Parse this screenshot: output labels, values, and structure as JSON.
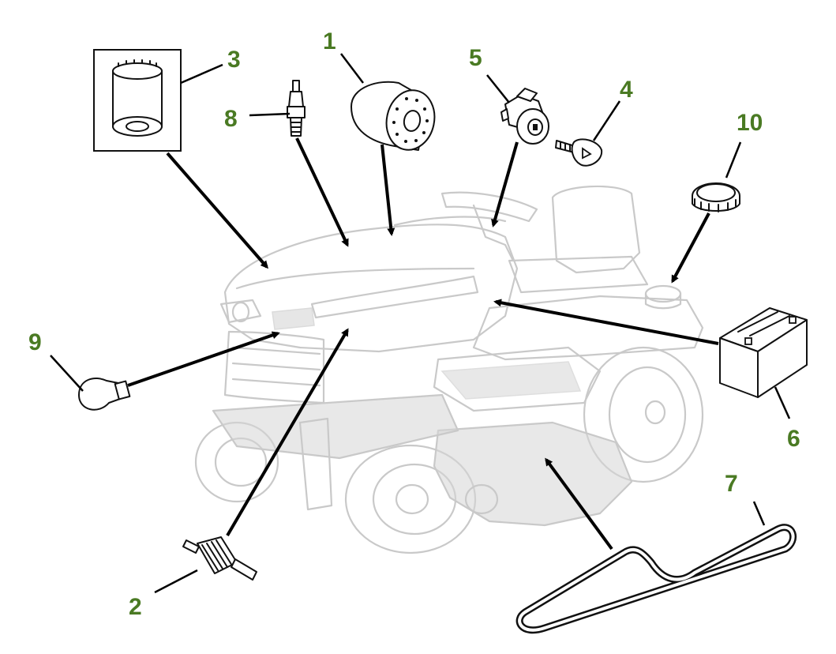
{
  "colors": {
    "callout": "#4a7a23",
    "tractor_ghost": "#c9c9c9",
    "part_outline": "#111111",
    "arrow": "#000000"
  },
  "callouts": [
    {
      "id": "1",
      "label": "1"
    },
    {
      "id": "2",
      "label": "2"
    },
    {
      "id": "3",
      "label": "3"
    },
    {
      "id": "4",
      "label": "4"
    },
    {
      "id": "5",
      "label": "5"
    },
    {
      "id": "6",
      "label": "6"
    },
    {
      "id": "7",
      "label": "7"
    },
    {
      "id": "8",
      "label": "8"
    },
    {
      "id": "9",
      "label": "9"
    },
    {
      "id": "10",
      "label": "10"
    }
  ]
}
